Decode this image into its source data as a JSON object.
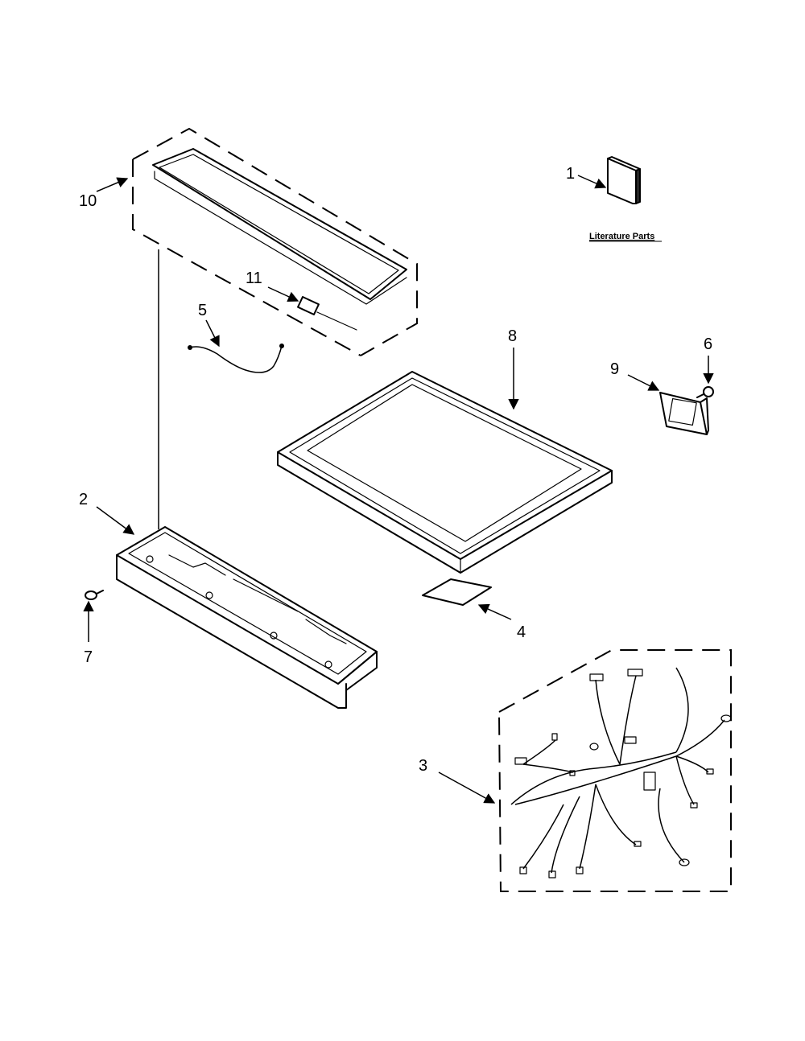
{
  "callouts": {
    "c1": "1",
    "c2": "2",
    "c3": "3",
    "c4": "4",
    "c5": "5",
    "c6": "6",
    "c7": "7",
    "c8": "8",
    "c9": "9",
    "c10": "10",
    "c11": "11"
  },
  "literature": {
    "label": "Literature Parts"
  }
}
